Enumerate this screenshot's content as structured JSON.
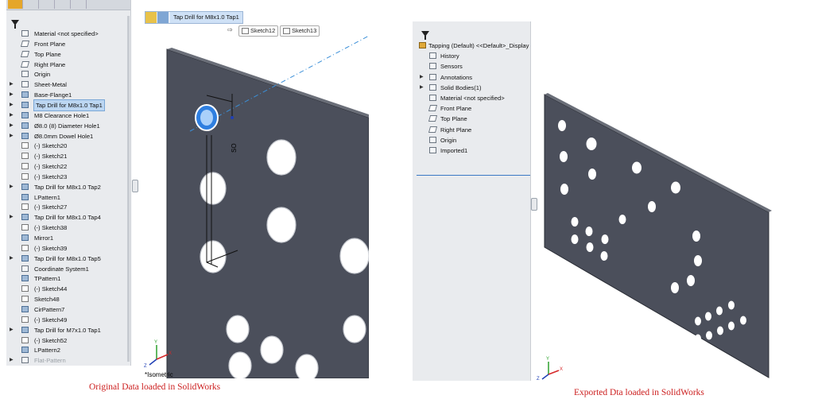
{
  "left": {
    "breadcrumb": {
      "label": "Tap Drill for M8x1.0 Tap1"
    },
    "sketch_chips": [
      "Sketch12",
      "Sketch13"
    ],
    "tree_items": [
      {
        "label": "Material <not specified>",
        "icon": "material-icon",
        "arrow": false
      },
      {
        "label": "Front Plane",
        "icon": "plane-icon",
        "arrow": false
      },
      {
        "label": "Top Plane",
        "icon": "plane-icon",
        "arrow": false
      },
      {
        "label": "Right Plane",
        "icon": "plane-icon",
        "arrow": false
      },
      {
        "label": "Origin",
        "icon": "origin-icon",
        "arrow": false
      },
      {
        "label": "Sheet-Metal",
        "icon": "sheet-metal-icon",
        "arrow": true
      },
      {
        "label": "Base-Flange1",
        "icon": "base-flange-icon",
        "arrow": true
      },
      {
        "label": "Tap Drill for M8x1.0 Tap1",
        "icon": "hole-wizard-icon",
        "arrow": true,
        "selected": true
      },
      {
        "label": "M8 Clearance Hole1",
        "icon": "hole-wizard-icon",
        "arrow": true
      },
      {
        "label": "Ø8.0 (8) Diameter Hole1",
        "icon": "hole-wizard-icon",
        "arrow": true
      },
      {
        "label": "Ø8.0mm Dowel Hole1",
        "icon": "hole-wizard-icon",
        "arrow": true
      },
      {
        "label": "(-) Sketch20",
        "icon": "sketch-icon",
        "arrow": false
      },
      {
        "label": "(-) Sketch21",
        "icon": "sketch-icon",
        "arrow": false
      },
      {
        "label": "(-) Sketch22",
        "icon": "sketch-icon",
        "arrow": false
      },
      {
        "label": "(-) Sketch23",
        "icon": "sketch-icon",
        "arrow": false
      },
      {
        "label": "Tap Drill for M8x1.0 Tap2",
        "icon": "hole-wizard-icon",
        "arrow": true
      },
      {
        "label": "LPattern1",
        "icon": "linear-pattern-icon",
        "arrow": false
      },
      {
        "label": "(-) Sketch27",
        "icon": "sketch-icon",
        "arrow": false
      },
      {
        "label": "Tap Drill for M8x1.0 Tap4",
        "icon": "hole-wizard-icon",
        "arrow": true
      },
      {
        "label": "(-) Sketch38",
        "icon": "sketch-icon",
        "arrow": false
      },
      {
        "label": "Mirror1",
        "icon": "mirror-icon",
        "arrow": false
      },
      {
        "label": "(-) Sketch39",
        "icon": "sketch-icon",
        "arrow": false
      },
      {
        "label": "Tap Drill for M8x1.0 Tap5",
        "icon": "hole-wizard-icon",
        "arrow": true
      },
      {
        "label": "Coordinate System1",
        "icon": "coordinate-system-icon",
        "arrow": false
      },
      {
        "label": "TPattern1",
        "icon": "table-pattern-icon",
        "arrow": false
      },
      {
        "label": "(-) Sketch44",
        "icon": "sketch-icon",
        "arrow": false
      },
      {
        "label": "Sketch48",
        "icon": "sketch-icon",
        "arrow": false
      },
      {
        "label": "CirPattern7",
        "icon": "circular-pattern-icon",
        "arrow": false
      },
      {
        "label": "(-) Sketch49",
        "icon": "sketch-icon",
        "arrow": false
      },
      {
        "label": "Tap Drill for M7x1.0 Tap1",
        "icon": "hole-wizard-icon",
        "arrow": true
      },
      {
        "label": "(-) Sketch52",
        "icon": "sketch-icon",
        "arrow": false
      },
      {
        "label": "LPattern2",
        "icon": "linear-pattern-icon",
        "arrow": false
      },
      {
        "label": "Flat-Pattern",
        "icon": "flat-pattern-icon",
        "arrow": true,
        "dim": true
      }
    ],
    "view_label": "*Isometric",
    "dim_annotation": "SO"
  },
  "right": {
    "tree_items": [
      {
        "label": "Tapping (Default) <<Default>_Display",
        "icon": "part-icon",
        "arrow": false,
        "root": true
      },
      {
        "label": "History",
        "icon": "history-icon",
        "arrow": false
      },
      {
        "label": "Sensors",
        "icon": "sensors-icon",
        "arrow": false
      },
      {
        "label": "Annotations",
        "icon": "annotations-icon",
        "arrow": true
      },
      {
        "label": "Solid Bodies(1)",
        "icon": "solid-bodies-icon",
        "arrow": true
      },
      {
        "label": "Material <not specified>",
        "icon": "material-icon",
        "arrow": false
      },
      {
        "label": "Front Plane",
        "icon": "plane-icon",
        "arrow": false
      },
      {
        "label": "Top Plane",
        "icon": "plane-icon",
        "arrow": false
      },
      {
        "label": "Right Plane",
        "icon": "plane-icon",
        "arrow": false
      },
      {
        "label": "Origin",
        "icon": "origin-icon",
        "arrow": false
      },
      {
        "label": "Imported1",
        "icon": "imported-body-icon",
        "arrow": false
      }
    ]
  },
  "captions": {
    "left": "Original Data loaded in SolidWorks",
    "right": "Exported Dta loaded in SolidWorks"
  },
  "colors": {
    "plate": "#4a4e5a",
    "plate_edge": "#2a2d35",
    "selection": "#2f7fe0",
    "caption": "#cc1f1f"
  }
}
